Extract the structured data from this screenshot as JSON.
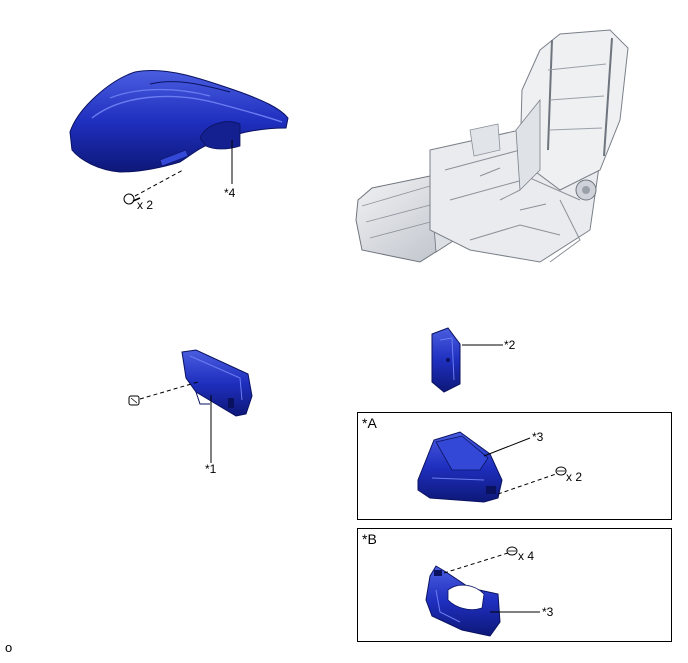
{
  "callouts": {
    "c4": "*4",
    "c1": "*1",
    "c2": "*2",
    "c3a": "*3",
    "c3b": "*3"
  },
  "quantities": {
    "cushion_screws": "x 2",
    "box_a_screws": "x 2",
    "box_b_screws": "x 4"
  },
  "boxes": {
    "a_title": "*A",
    "b_title": "*B"
  },
  "footer": {
    "figure_code": "o"
  },
  "colors": {
    "part_blue": "#1f2fbf",
    "part_blue_dark": "#0d1878",
    "part_blue_light": "#4a5ee0",
    "frame_gray": "#c9cdd3"
  }
}
